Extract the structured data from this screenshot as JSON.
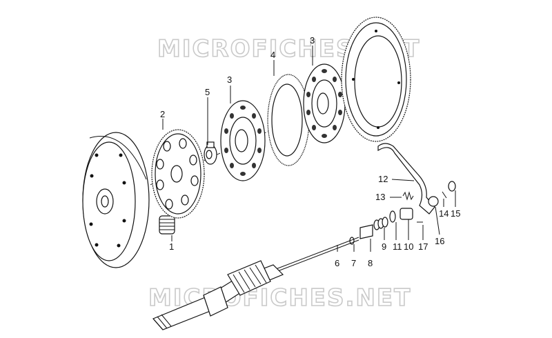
{
  "watermark": {
    "top": "MICROFICHES.NET",
    "bottom": "MICROFICHES.NET"
  },
  "callouts": [
    {
      "id": "c1",
      "label": "1"
    },
    {
      "id": "c2",
      "label": "2"
    },
    {
      "id": "c3a",
      "label": "3"
    },
    {
      "id": "c3b",
      "label": "3"
    },
    {
      "id": "c4",
      "label": "4"
    },
    {
      "id": "c5",
      "label": "5"
    },
    {
      "id": "c6",
      "label": "6"
    },
    {
      "id": "c7",
      "label": "7"
    },
    {
      "id": "c8",
      "label": "8"
    },
    {
      "id": "c9",
      "label": "9"
    },
    {
      "id": "c10",
      "label": "10"
    },
    {
      "id": "c11",
      "label": "11"
    },
    {
      "id": "c12",
      "label": "12"
    },
    {
      "id": "c13",
      "label": "13"
    },
    {
      "id": "c14",
      "label": "14"
    },
    {
      "id": "c15",
      "label": "15"
    },
    {
      "id": "c16",
      "label": "16"
    },
    {
      "id": "c17",
      "label": "17"
    }
  ]
}
